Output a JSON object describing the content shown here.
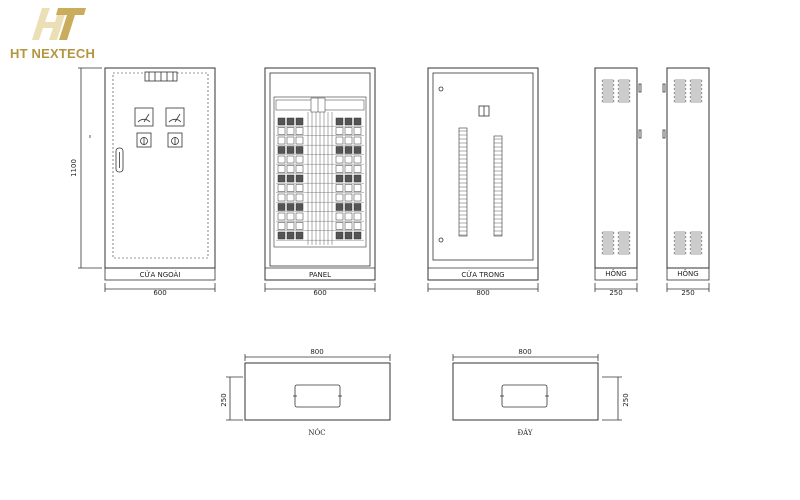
{
  "brand": {
    "logo_letters": "HT",
    "name": "HT NEXTECH",
    "color": "#b5953f"
  },
  "views": {
    "front": {
      "label": "CỬA NGOÀI",
      "width": "600",
      "height": "1100"
    },
    "panel": {
      "label": "PANEL",
      "width": "600"
    },
    "inner_door": {
      "label": "CỬA TRONG",
      "width": "800"
    },
    "side_left": {
      "label": "HÔNG",
      "width": "250"
    },
    "side_right": {
      "label": "HÔNG",
      "width": "250"
    },
    "top": {
      "label": "NÓC",
      "width": "800",
      "depth": "250"
    },
    "bottom": {
      "label": "ĐÁY",
      "width": "800",
      "depth": "250"
    }
  },
  "colors": {
    "line": "#333333",
    "panel_fill": "#ffffff"
  }
}
